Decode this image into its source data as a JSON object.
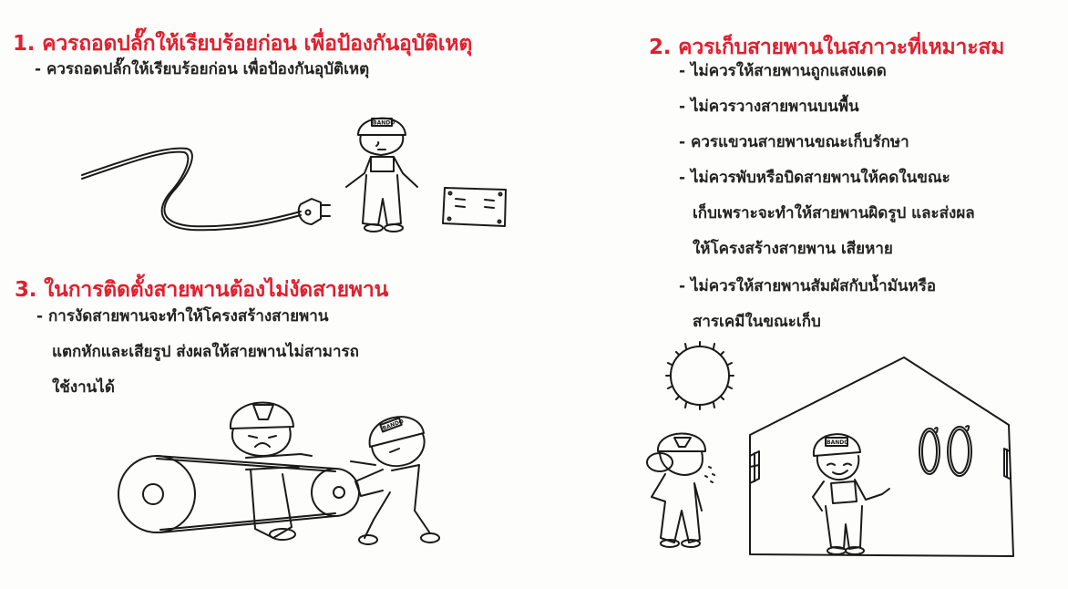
{
  "sections": {
    "s1": {
      "heading": "1. ควรถอดปลั๊กให้เรียบร้อยก่อน เพื่อป้องกันอุบัติเหตุ",
      "bullets": [
        "- ควรถอดปลั๊กให้เรียบร้อยก่อน เพื่อป้องกันอุบัติเหตุ"
      ]
    },
    "s2": {
      "heading": "2. ควรเก็บสายพานในสภาวะที่เหมาะสม",
      "bullets": [
        "- ไม่ควรให้สายพานถูกแสงแดด",
        "- ไม่ควรวางสายพานบนพื้น",
        "- ควรแขวนสายพานขณะเก็บรักษา",
        "- ไม่ควรพับหรือบิดสายพานให้คดในขณะ",
        "เก็บเพราะจะทำให้สายพานผิดรูป   และส่งผล",
        "ให้โครงสร้างสายพาน เสียหาย",
        "- ไม่ควรให้สายพานสัมผัสกับน้ำมันหรือ",
        "สารเคมีในขณะเก็บ"
      ]
    },
    "s3": {
      "heading": "3. ในการติดตั้งสายพานต้องไม่งัดสายพาน",
      "bullets": [
        "- การงัดสายพานจะทำให้โครงสร้างสายพาน",
        "แตกหักและเสียรูป ส่งผลให้สายพานไม่สามารถ",
        "ใช้งานได้"
      ]
    }
  },
  "illustrations": {
    "helmet_label": "BANDO",
    "icons": [
      "power-cord-plug-icon",
      "worker-icon",
      "power-socket-icon",
      "belt-pulley-icon",
      "sun-icon",
      "storage-house-icon",
      "hanging-belt-icon"
    ]
  },
  "colors": {
    "heading": "#e0202f",
    "body_text": "#222222",
    "background": "#fdfdfc"
  }
}
